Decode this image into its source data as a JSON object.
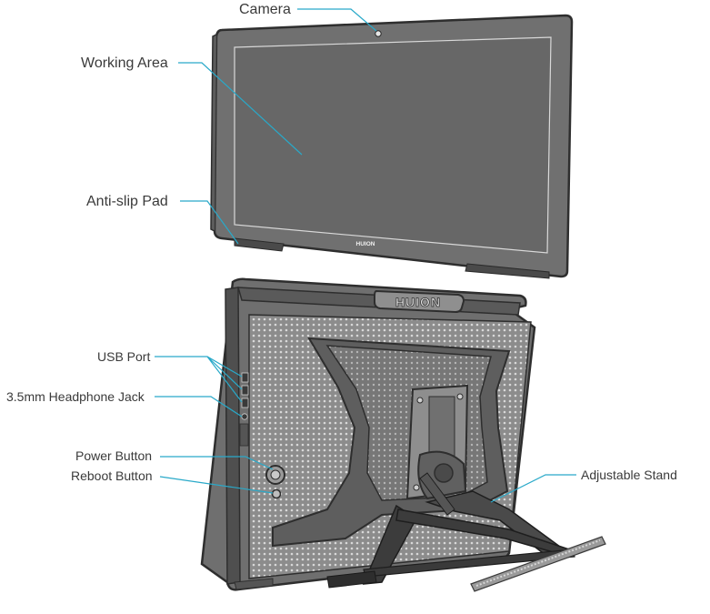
{
  "labels": {
    "camera": "Camera",
    "working_area": "Working Area",
    "anti_slip_pad": "Anti-slip Pad",
    "usb_port": "USB Port",
    "headphone_jack": "3.5mm Headphone Jack",
    "power_button": "Power Button",
    "reboot_button": "Reboot Button",
    "adjustable_stand": "Adjustable Stand"
  },
  "brand": {
    "front_logo": "HUION",
    "back_logo": "HUION"
  },
  "colors": {
    "leader_line": "#29a9c9",
    "device_body": "#707070",
    "device_outline": "#2e2e2e",
    "screen": "#676767",
    "back_panel": "#8a8a8a",
    "stand": "#3c3c3c"
  }
}
